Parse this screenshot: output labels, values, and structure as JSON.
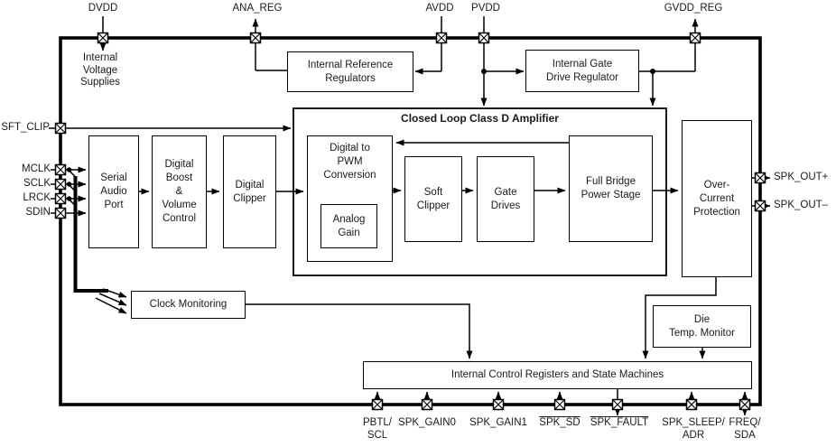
{
  "diagram": {
    "top_pins": {
      "dvdd": "DVDD",
      "ana_reg": "ANA_REG",
      "avdd": "AVDD",
      "pvdd": "PVDD",
      "gvdd_reg": "GVDD_REG"
    },
    "left_pins": {
      "sft_clip": "SFT_CLIP",
      "mclk": "MCLK",
      "sclk": "SCLK",
      "lrck": "LRCK",
      "sdin": "SDIN"
    },
    "right_pins": {
      "spk_out_plus": "SPK_OUT+",
      "spk_out_minus": "SPK_OUT–"
    },
    "bottom_pins": {
      "pbtl_scl": "PBTL/\nSCL",
      "spk_gain0": "SPK_GAIN0",
      "spk_gain1": "SPK_GAIN1",
      "spk_sd": "SPK_SD",
      "spk_fault": "SPK_FAULT",
      "spk_sleep_adr": "SPK_SLEEP/\nADR",
      "freq_sda": "FREQ/\nSDA"
    },
    "notes": {
      "internal_voltage_supplies": "Internal\nVoltage\nSupplies"
    },
    "blocks": {
      "internal_reference_regulators": "Internal Reference\nRegulators",
      "internal_gate_drive_regulator": "Internal Gate\nDrive Regulator",
      "closed_loop_title": "Closed Loop Class D Amplifier",
      "serial_audio_port": "Serial\nAudio\nPort",
      "digital_boost_volume_control": "Digital\nBoost\n&\nVolume\nControl",
      "digital_clipper": "Digital\nClipper",
      "digital_to_pwm_conversion": "Digital to\nPWM\nConversion",
      "analog_gain": "Analog\nGain",
      "soft_clipper": "Soft\nClipper",
      "gate_drives": "Gate\nDrives",
      "full_bridge_power_stage": "Full Bridge\nPower Stage",
      "over_current_protection": "Over-\nCurrent\nProtection",
      "clock_monitoring": "Clock Monitoring",
      "die_temp_monitor": "Die\nTemp. Monitor",
      "internal_control_registers": "Internal Control Registers and State Machines"
    },
    "colors": {
      "line": "#000000",
      "text": "#1a1a1a",
      "background": "#ffffff"
    }
  }
}
